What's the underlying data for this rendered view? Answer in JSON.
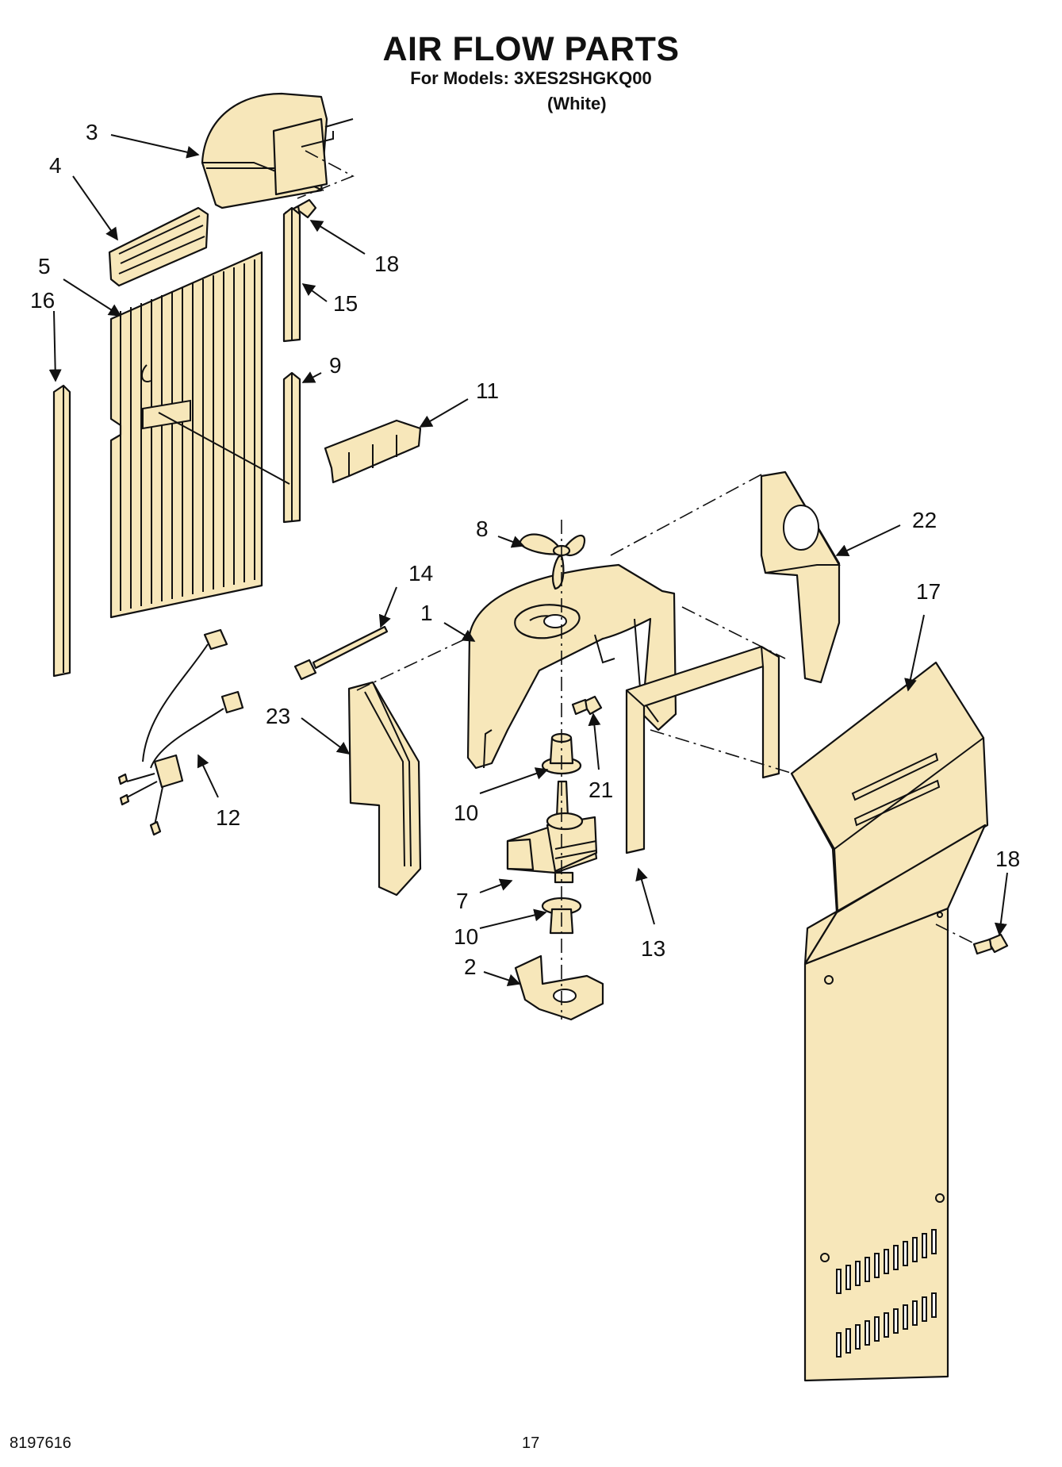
{
  "page": {
    "title": "AIR FLOW PARTS",
    "models_line": "For Models: 3XES2SHGKQ00",
    "color_line": "(White)",
    "document_number": "8197616",
    "page_number": "17"
  },
  "callouts": {
    "c1": "1",
    "c2": "2",
    "c3": "3",
    "c4": "4",
    "c5": "5",
    "c7": "7",
    "c8": "8",
    "c9": "9",
    "c10a": "10",
    "c10b": "10",
    "c11": "11",
    "c12": "12",
    "c13": "13",
    "c14": "14",
    "c15": "15",
    "c16": "16",
    "c17": "17",
    "c18a": "18",
    "c18b": "18",
    "c21": "21",
    "c22": "22",
    "c23": "23"
  }
}
